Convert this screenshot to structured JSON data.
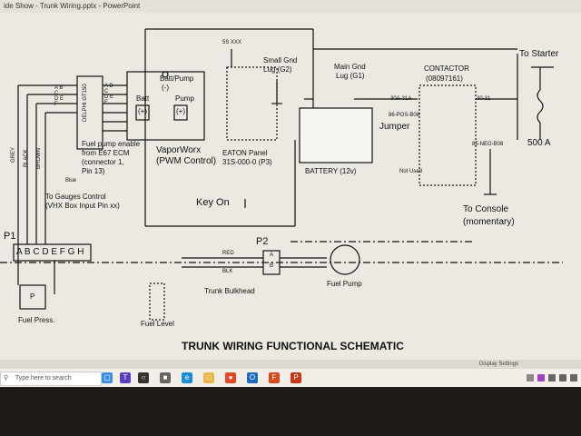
{
  "window": {
    "title": "ide Show - Trunk Wiring.pptx - PowerPoint"
  },
  "slide": {
    "heading": "TRUNK WIRING FUNCTIONAL SCHEMATIC",
    "labels": {
      "to_starter": "To Starter",
      "contactor": "CONTACTOR",
      "contactor_part": "(08097161)",
      "amps": "500 A",
      "to_console": "To Console",
      "momentary": "(momentary)",
      "jumper": "Jumper",
      "not_used": "Not Used",
      "battery": "BATTERY (12v)",
      "main_gnd": "Main Gnd",
      "main_gnd2": "Lug (G1)",
      "small_gnd": "Small Gnd",
      "small_gnd2": "Lug (G2)",
      "eaton": "EATON Panel",
      "eaton_part": "31S-000-0 (P3)",
      "key_on": "Key On",
      "vaporworx": "VaporWorx",
      "pwm": "(PWM Control)",
      "batt_pump": "Batt/Pump",
      "batt_pump_neg": "(-)",
      "batt": "Batt",
      "batt_pos": "(+)",
      "pump": "Pump",
      "pump_pos": "(+)",
      "delphi": "DELPHI GT150",
      "delphi_pins_left": "A B C D E F",
      "delphi_pins_right": "A B C D E F",
      "fuel_enable_1": "Fuel pump enable",
      "fuel_enable_2": "from E67 ECM",
      "fuel_enable_3": "(connector 1,",
      "fuel_enable_4": "Pin 13)",
      "blue": "Blue",
      "grey": "GREY",
      "black": "BLACK",
      "brown": "BROWN",
      "gauges_1": "To Gauges Control",
      "gauges_2": "(VHX Box Input Pin xx)",
      "p1": "P1",
      "p1_pins": "A B C D E F G H",
      "p2": "P2",
      "p2_a": "A",
      "p2_b": "B",
      "red": "RED",
      "blk": "BLK",
      "fuel_pump": "Fuel Pump",
      "trunk_bulkhead": "Trunk Bulkhead",
      "fuel_press": "Fuel Press.",
      "fuel_level": "Fuel Level",
      "sender_p": "P",
      "wire_30a": "30A-31A",
      "wire_30_31": "30-31",
      "wire_86": "86-POS-B08",
      "wire_85": "85-NEG-B08",
      "terms": "5S  XXX"
    }
  },
  "status_strip": {
    "display_settings": "Display Settings"
  },
  "taskbar": {
    "search_placeholder": "Type here to search"
  },
  "colors": {
    "wire": "#111111",
    "slide_bg": "#ece9e2",
    "taskbar_bg": "#f3efe8"
  }
}
